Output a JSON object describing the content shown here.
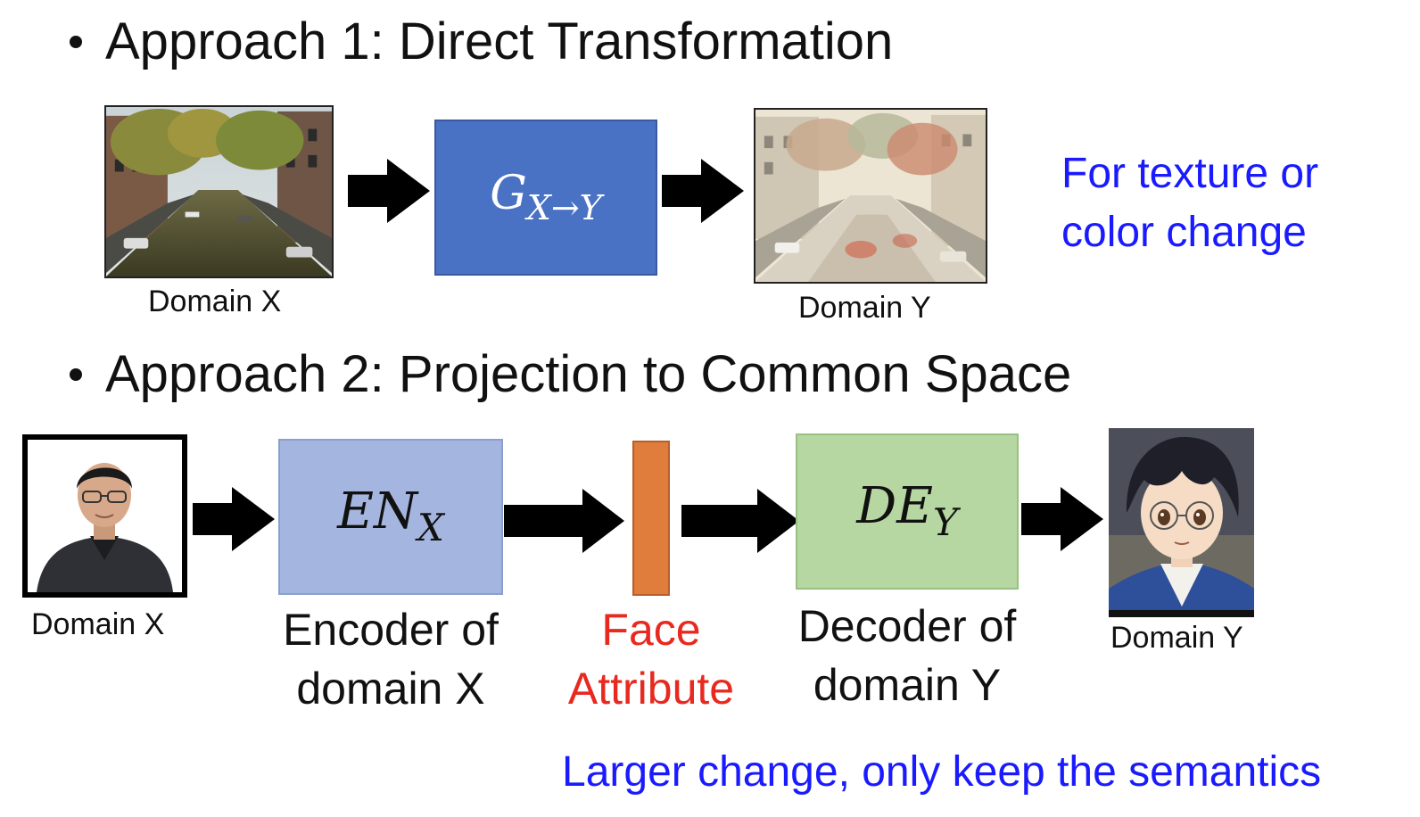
{
  "approach1": {
    "title": "Approach 1: Direct Transformation",
    "input_caption": "Domain X",
    "generator": {
      "main": "G",
      "sub": "X→Y"
    },
    "output_caption": "Domain Y",
    "note_line1": "For texture or",
    "note_line2": "color change"
  },
  "approach2": {
    "title": "Approach 2: Projection to Common Space",
    "input_caption": "Domain X",
    "encoder": {
      "main": "EN",
      "sub": "X",
      "line1": "Encoder of",
      "line2": "domain X"
    },
    "attribute": {
      "line1": "Face",
      "line2": "Attribute"
    },
    "decoder": {
      "main": "DE",
      "sub": "Y",
      "line1": "Decoder of",
      "line2": "domain Y"
    },
    "output_caption": "Domain Y",
    "note": "Larger change, only keep the semantics"
  },
  "colors": {
    "generator_box": "#4a72c4",
    "encoder_box": "#a4b6df",
    "attribute_bar": "#e07c3c",
    "decoder_box": "#b6d7a2",
    "blue_note": "#1a1aff",
    "red_label": "#e8291f"
  }
}
